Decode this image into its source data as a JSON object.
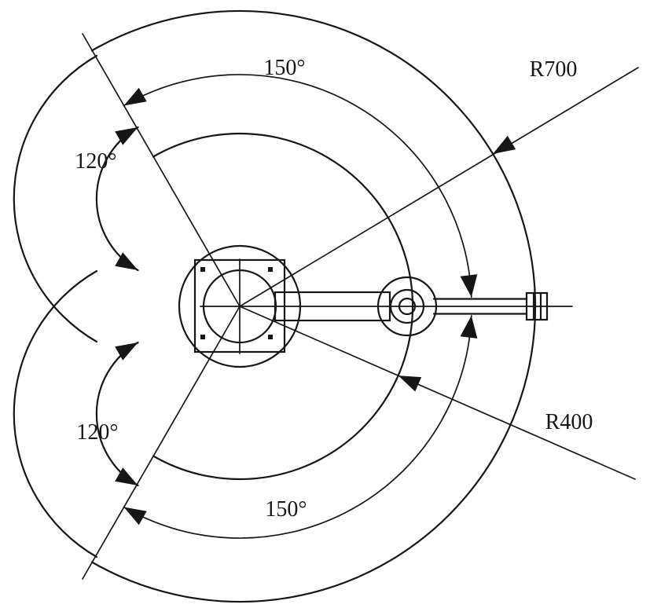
{
  "figure": {
    "type": "engineering-drawing",
    "subject": "robot-arm-working-envelope-top-view",
    "background_color": "#ffffff",
    "ink_color": "#161616",
    "labels": {
      "sweep_upper": "150°",
      "sweep_lower": "150°",
      "fold_upper": "120°",
      "fold_lower": "120°",
      "radius_outer": "R700",
      "radius_inner": "R400"
    },
    "values": {
      "outer_radius": 700,
      "inner_radius": 400,
      "main_sweep_deg": 150,
      "secondary_sweep_deg": 120
    }
  }
}
